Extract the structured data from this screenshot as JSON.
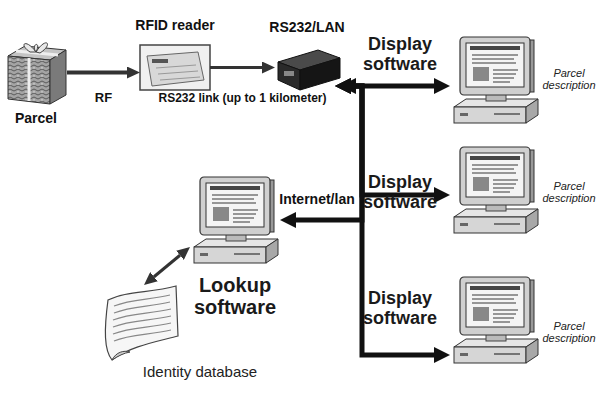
{
  "diagram": {
    "nodes": [
      {
        "text": [
          "Parcel"
        ]
      },
      {
        "text": [
          "RFID reader"
        ]
      },
      {
        "text": [
          "RS232/LAN"
        ]
      },
      {
        "text": [
          "Display software",
          "Parcel description"
        ]
      },
      {
        "text": [
          "Display software",
          "Parcel description"
        ]
      },
      {
        "text": [
          "Display software",
          "Parcel description"
        ]
      },
      {
        "text": [
          "Lookup software"
        ]
      },
      {
        "text": [
          "Identity database"
        ]
      }
    ],
    "edges": [
      {
        "from": 0,
        "to": 1,
        "arrow": "to",
        "label": "RF"
      },
      {
        "from": 1,
        "to": 2,
        "arrow": "to",
        "label": "RS232 link (up to 1 kilometer)"
      },
      {
        "from": 2,
        "to": 3,
        "arrow": "both"
      },
      {
        "from": 2,
        "to": 4,
        "arrow": "both"
      },
      {
        "from": 2,
        "to": 5,
        "arrow": "both"
      },
      {
        "from": 2,
        "to": 6,
        "arrow": "both",
        "label": "Internet/lan"
      },
      {
        "from": 6,
        "to": 7,
        "arrow": "both"
      }
    ]
  }
}
